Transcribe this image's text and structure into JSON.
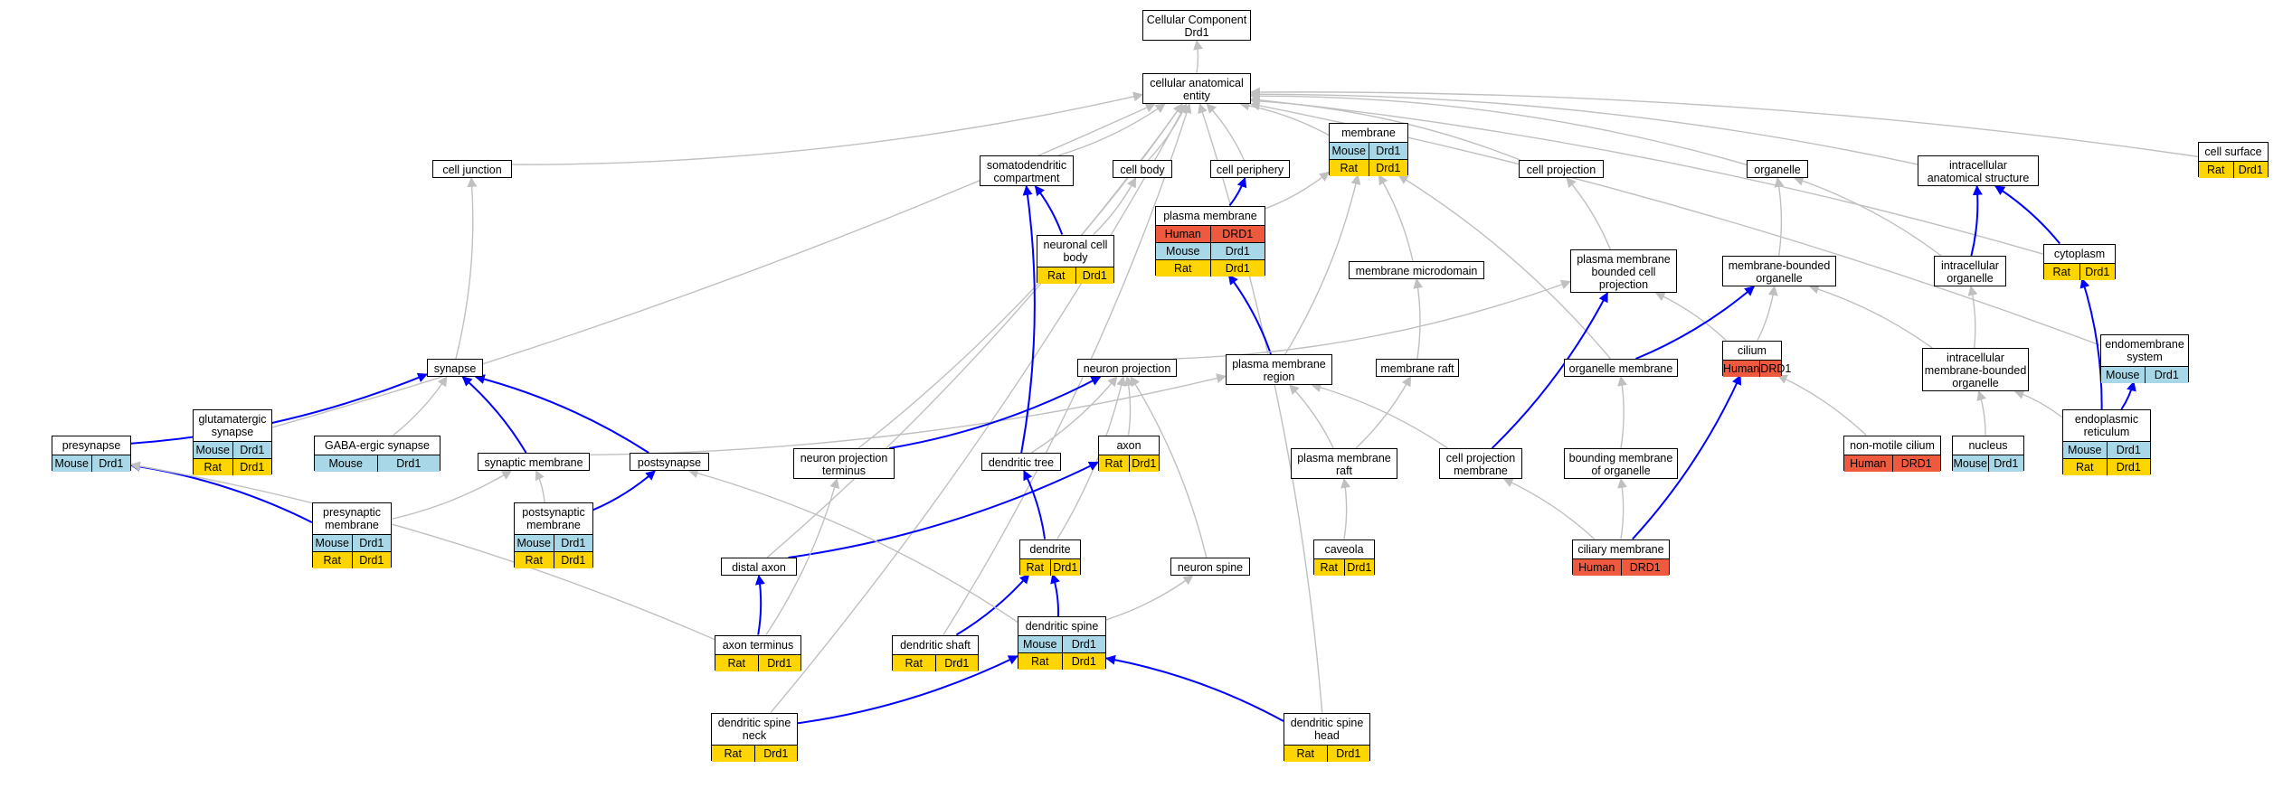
{
  "colors": {
    "human": "#ef5a3f",
    "mouse": "#a8d8e8",
    "rat": "#ffd500",
    "edge_gray": "#c0c0c0",
    "edge_blue": "#0000ff"
  },
  "nodes": [
    {
      "id": "root",
      "lines": [
        "Cellular Component",
        "Drd1"
      ],
      "rows": []
    },
    {
      "id": "cae",
      "lines": [
        "cellular anatomical",
        "entity"
      ],
      "rows": []
    },
    {
      "id": "cell_junction",
      "lines": [
        "cell junction"
      ],
      "rows": []
    },
    {
      "id": "somato",
      "lines": [
        "somatodendritic",
        "compartment"
      ],
      "rows": []
    },
    {
      "id": "cell_body",
      "lines": [
        "cell body"
      ],
      "rows": []
    },
    {
      "id": "cell_periphery",
      "lines": [
        "cell periphery"
      ],
      "rows": []
    },
    {
      "id": "membrane",
      "lines": [
        "membrane"
      ],
      "rows": [
        [
          "Mouse",
          "Drd1"
        ],
        [
          "Rat",
          "Drd1"
        ]
      ]
    },
    {
      "id": "cell_projection",
      "lines": [
        "cell projection"
      ],
      "rows": []
    },
    {
      "id": "organelle",
      "lines": [
        "organelle"
      ],
      "rows": []
    },
    {
      "id": "intra_struct",
      "lines": [
        "intracellular",
        "anatomical structure"
      ],
      "rows": []
    },
    {
      "id": "cell_surface",
      "lines": [
        "cell surface"
      ],
      "rows": [
        [
          "Rat",
          "Drd1"
        ]
      ]
    },
    {
      "id": "neuronal_cell_body",
      "lines": [
        "neuronal cell",
        "body"
      ],
      "rows": [
        [
          "Rat",
          "Drd1"
        ]
      ]
    },
    {
      "id": "plasma_membrane",
      "lines": [
        "plasma membrane"
      ],
      "rows": [
        [
          "Human",
          "DRD1"
        ],
        [
          "Mouse",
          "Drd1"
        ],
        [
          "Rat",
          "Drd1"
        ]
      ]
    },
    {
      "id": "membrane_microdomain",
      "lines": [
        "membrane microdomain"
      ],
      "rows": []
    },
    {
      "id": "pm_bounded_cp",
      "lines": [
        "plasma membrane",
        "bounded cell",
        "projection"
      ],
      "rows": []
    },
    {
      "id": "membrane_bounded_organelle",
      "lines": [
        "membrane-bounded",
        "organelle"
      ],
      "rows": []
    },
    {
      "id": "intra_organelle",
      "lines": [
        "intracellular",
        "organelle"
      ],
      "rows": []
    },
    {
      "id": "cytoplasm",
      "lines": [
        "cytoplasm"
      ],
      "rows": [
        [
          "Rat",
          "Drd1"
        ]
      ]
    },
    {
      "id": "synapse",
      "lines": [
        "synapse"
      ],
      "rows": []
    },
    {
      "id": "neuron_projection",
      "lines": [
        "neuron projection"
      ],
      "rows": []
    },
    {
      "id": "pm_region",
      "lines": [
        "plasma membrane",
        "region"
      ],
      "rows": []
    },
    {
      "id": "membrane_raft",
      "lines": [
        "membrane raft"
      ],
      "rows": []
    },
    {
      "id": "organelle_membrane",
      "lines": [
        "organelle membrane"
      ],
      "rows": []
    },
    {
      "id": "cilium",
      "lines": [
        "cilium"
      ],
      "rows": [
        [
          "Human",
          "DRD1"
        ]
      ]
    },
    {
      "id": "intra_mbo",
      "lines": [
        "intracellular",
        "membrane-bounded",
        "organelle"
      ],
      "rows": []
    },
    {
      "id": "endomembrane",
      "lines": [
        "endomembrane",
        "system"
      ],
      "rows": [
        [
          "Mouse",
          "Drd1"
        ]
      ]
    },
    {
      "id": "presynapse",
      "lines": [
        "presynapse"
      ],
      "rows": [
        [
          "Mouse",
          "Drd1"
        ]
      ]
    },
    {
      "id": "glutamatergic",
      "lines": [
        "glutamatergic",
        "synapse"
      ],
      "rows": [
        [
          "Mouse",
          "Drd1"
        ],
        [
          "Rat",
          "Drd1"
        ]
      ]
    },
    {
      "id": "gabaergic",
      "lines": [
        "GABA-ergic synapse"
      ],
      "rows": [
        [
          "Mouse",
          "Drd1"
        ]
      ]
    },
    {
      "id": "synaptic_membrane",
      "lines": [
        "synaptic membrane"
      ],
      "rows": []
    },
    {
      "id": "postsynapse",
      "lines": [
        "postsynapse"
      ],
      "rows": []
    },
    {
      "id": "np_terminus",
      "lines": [
        "neuron projection",
        "terminus"
      ],
      "rows": []
    },
    {
      "id": "dendritic_tree",
      "lines": [
        "dendritic tree"
      ],
      "rows": []
    },
    {
      "id": "axon",
      "lines": [
        "axon"
      ],
      "rows": [
        [
          "Rat",
          "Drd1"
        ]
      ]
    },
    {
      "id": "pm_raft",
      "lines": [
        "plasma membrane",
        "raft"
      ],
      "rows": []
    },
    {
      "id": "cp_membrane",
      "lines": [
        "cell projection",
        "membrane"
      ],
      "rows": []
    },
    {
      "id": "bounding_membrane",
      "lines": [
        "bounding membrane",
        "of organelle"
      ],
      "rows": []
    },
    {
      "id": "nonmotile_cilium",
      "lines": [
        "non-motile cilium"
      ],
      "rows": [
        [
          "Human",
          "DRD1"
        ]
      ]
    },
    {
      "id": "nucleus",
      "lines": [
        "nucleus"
      ],
      "rows": [
        [
          "Mouse",
          "Drd1"
        ]
      ]
    },
    {
      "id": "er",
      "lines": [
        "endoplasmic",
        "reticulum"
      ],
      "rows": [
        [
          "Mouse",
          "Drd1"
        ],
        [
          "Rat",
          "Drd1"
        ]
      ]
    },
    {
      "id": "presynaptic_membrane",
      "lines": [
        "presynaptic",
        "membrane"
      ],
      "rows": [
        [
          "Mouse",
          "Drd1"
        ],
        [
          "Rat",
          "Drd1"
        ]
      ]
    },
    {
      "id": "postsynaptic_membrane",
      "lines": [
        "postsynaptic",
        "membrane"
      ],
      "rows": [
        [
          "Mouse",
          "Drd1"
        ],
        [
          "Rat",
          "Drd1"
        ]
      ]
    },
    {
      "id": "distal_axon",
      "lines": [
        "distal axon"
      ],
      "rows": []
    },
    {
      "id": "dendrite",
      "lines": [
        "dendrite"
      ],
      "rows": [
        [
          "Rat",
          "Drd1"
        ]
      ]
    },
    {
      "id": "neuron_spine",
      "lines": [
        "neuron spine"
      ],
      "rows": []
    },
    {
      "id": "caveola",
      "lines": [
        "caveola"
      ],
      "rows": [
        [
          "Rat",
          "Drd1"
        ]
      ]
    },
    {
      "id": "ciliary_membrane",
      "lines": [
        "ciliary membrane"
      ],
      "rows": [
        [
          "Human",
          "DRD1"
        ]
      ]
    },
    {
      "id": "axon_terminus",
      "lines": [
        "axon terminus"
      ],
      "rows": [
        [
          "Rat",
          "Drd1"
        ]
      ]
    },
    {
      "id": "dendritic_shaft",
      "lines": [
        "dendritic shaft"
      ],
      "rows": [
        [
          "Rat",
          "Drd1"
        ]
      ]
    },
    {
      "id": "dendritic_spine",
      "lines": [
        "dendritic spine"
      ],
      "rows": [
        [
          "Mouse",
          "Drd1"
        ],
        [
          "Rat",
          "Drd1"
        ]
      ]
    },
    {
      "id": "spine_neck",
      "lines": [
        "dendritic spine",
        "neck"
      ],
      "rows": [
        [
          "Rat",
          "Drd1"
        ]
      ]
    },
    {
      "id": "spine_head",
      "lines": [
        "dendritic spine",
        "head"
      ],
      "rows": [
        [
          "Rat",
          "Drd1"
        ]
      ]
    }
  ],
  "edges": [
    {
      "from": "cae",
      "to": "root",
      "type": "gray"
    },
    {
      "from": "cell_junction",
      "to": "cae",
      "type": "gray"
    },
    {
      "from": "somato",
      "to": "cae",
      "type": "gray"
    },
    {
      "from": "cell_body",
      "to": "cae",
      "type": "gray"
    },
    {
      "from": "cell_periphery",
      "to": "cae",
      "type": "gray"
    },
    {
      "from": "membrane",
      "to": "cae",
      "type": "gray"
    },
    {
      "from": "cell_projection",
      "to": "cae",
      "type": "gray"
    },
    {
      "from": "organelle",
      "to": "cae",
      "type": "gray"
    },
    {
      "from": "intra_struct",
      "to": "cae",
      "type": "gray"
    },
    {
      "from": "cell_surface",
      "to": "cae",
      "type": "gray"
    },
    {
      "from": "cytoplasm",
      "to": "cae",
      "type": "gray"
    },
    {
      "from": "endomembrane",
      "to": "cae",
      "type": "gray"
    },
    {
      "from": "glutamatergic",
      "to": "cae",
      "type": "gray"
    },
    {
      "from": "np_terminus",
      "to": "cae",
      "type": "gray"
    },
    {
      "from": "distal_axon",
      "to": "cae",
      "type": "gray"
    },
    {
      "from": "dendritic_shaft",
      "to": "cae",
      "type": "gray"
    },
    {
      "from": "spine_neck",
      "to": "cae",
      "type": "gray"
    },
    {
      "from": "spine_head",
      "to": "cae",
      "type": "gray"
    },
    {
      "from": "synapse",
      "to": "cell_junction",
      "type": "gray"
    },
    {
      "from": "neuronal_cell_body",
      "to": "somato",
      "type": "blue"
    },
    {
      "from": "neuronal_cell_body",
      "to": "cell_body",
      "type": "gray"
    },
    {
      "from": "plasma_membrane",
      "to": "cell_periphery",
      "type": "blue"
    },
    {
      "from": "plasma_membrane",
      "to": "membrane",
      "type": "gray"
    },
    {
      "from": "membrane_microdomain",
      "to": "membrane",
      "type": "gray"
    },
    {
      "from": "organelle_membrane",
      "to": "membrane",
      "type": "gray"
    },
    {
      "from": "pm_region",
      "to": "membrane",
      "type": "gray"
    },
    {
      "from": "pm_bounded_cp",
      "to": "cell_projection",
      "type": "gray"
    },
    {
      "from": "membrane_bounded_organelle",
      "to": "organelle",
      "type": "gray"
    },
    {
      "from": "intra_organelle",
      "to": "organelle",
      "type": "gray"
    },
    {
      "from": "intra_organelle",
      "to": "intra_struct",
      "type": "blue"
    },
    {
      "from": "cytoplasm",
      "to": "intra_struct",
      "type": "blue"
    },
    {
      "from": "cilium",
      "to": "membrane_bounded_organelle",
      "type": "gray"
    },
    {
      "from": "cilium",
      "to": "pm_bounded_cp",
      "type": "gray"
    },
    {
      "from": "intra_mbo",
      "to": "membrane_bounded_organelle",
      "type": "gray"
    },
    {
      "from": "intra_mbo",
      "to": "intra_organelle",
      "type": "gray"
    },
    {
      "from": "organelle_membrane",
      "to": "membrane_bounded_organelle",
      "type": "blue"
    },
    {
      "from": "membrane_raft",
      "to": "membrane_microdomain",
      "type": "gray"
    },
    {
      "from": "pm_region",
      "to": "plasma_membrane",
      "type": "blue"
    },
    {
      "from": "neuron_projection",
      "to": "pm_bounded_cp",
      "type": "gray"
    },
    {
      "from": "cp_membrane",
      "to": "pm_bounded_cp",
      "type": "blue"
    },
    {
      "from": "cp_membrane",
      "to": "pm_region",
      "type": "gray"
    },
    {
      "from": "presynapse",
      "to": "synapse",
      "type": "blue"
    },
    {
      "from": "gabaergic",
      "to": "synapse",
      "type": "gray"
    },
    {
      "from": "synaptic_membrane",
      "to": "synapse",
      "type": "blue"
    },
    {
      "from": "postsynapse",
      "to": "synapse",
      "type": "blue"
    },
    {
      "from": "synaptic_membrane",
      "to": "pm_region",
      "type": "gray"
    },
    {
      "from": "np_terminus",
      "to": "neuron_projection",
      "type": "blue"
    },
    {
      "from": "dendritic_tree",
      "to": "neuron_projection",
      "type": "gray"
    },
    {
      "from": "dendritic_tree",
      "to": "somato",
      "type": "blue"
    },
    {
      "from": "axon",
      "to": "neuron_projection",
      "type": "gray"
    },
    {
      "from": "dendrite",
      "to": "neuron_projection",
      "type": "gray"
    },
    {
      "from": "neuron_spine",
      "to": "neuron_projection",
      "type": "gray"
    },
    {
      "from": "pm_raft",
      "to": "membrane_raft",
      "type": "gray"
    },
    {
      "from": "pm_raft",
      "to": "pm_region",
      "type": "gray"
    },
    {
      "from": "bounding_membrane",
      "to": "organelle_membrane",
      "type": "gray"
    },
    {
      "from": "nonmotile_cilium",
      "to": "cilium",
      "type": "gray"
    },
    {
      "from": "nucleus",
      "to": "intra_mbo",
      "type": "gray"
    },
    {
      "from": "er",
      "to": "intra_mbo",
      "type": "gray"
    },
    {
      "from": "er",
      "to": "cytoplasm",
      "type": "blue"
    },
    {
      "from": "er",
      "to": "endomembrane",
      "type": "blue"
    },
    {
      "from": "presynaptic_membrane",
      "to": "presynapse",
      "type": "blue"
    },
    {
      "from": "presynaptic_membrane",
      "to": "synaptic_membrane",
      "type": "gray"
    },
    {
      "from": "postsynaptic_membrane",
      "to": "postsynapse",
      "type": "blue"
    },
    {
      "from": "postsynaptic_membrane",
      "to": "synaptic_membrane",
      "type": "gray"
    },
    {
      "from": "distal_axon",
      "to": "axon",
      "type": "blue"
    },
    {
      "from": "dendrite",
      "to": "dendritic_tree",
      "type": "blue"
    },
    {
      "from": "caveola",
      "to": "pm_raft",
      "type": "gray"
    },
    {
      "from": "ciliary_membrane",
      "to": "cilium",
      "type": "blue"
    },
    {
      "from": "ciliary_membrane",
      "to": "bounding_membrane",
      "type": "gray"
    },
    {
      "from": "ciliary_membrane",
      "to": "cp_membrane",
      "type": "gray"
    },
    {
      "from": "axon_terminus",
      "to": "distal_axon",
      "type": "blue"
    },
    {
      "from": "axon_terminus",
      "to": "np_terminus",
      "type": "gray"
    },
    {
      "from": "axon_terminus",
      "to": "presynapse",
      "type": "gray"
    },
    {
      "from": "dendritic_shaft",
      "to": "dendrite",
      "type": "blue"
    },
    {
      "from": "dendritic_spine",
      "to": "dendrite",
      "type": "blue"
    },
    {
      "from": "dendritic_spine",
      "to": "neuron_spine",
      "type": "gray"
    },
    {
      "from": "dendritic_spine",
      "to": "postsynapse",
      "type": "gray"
    },
    {
      "from": "spine_neck",
      "to": "dendritic_spine",
      "type": "blue"
    },
    {
      "from": "spine_head",
      "to": "dendritic_spine",
      "type": "blue"
    }
  ]
}
